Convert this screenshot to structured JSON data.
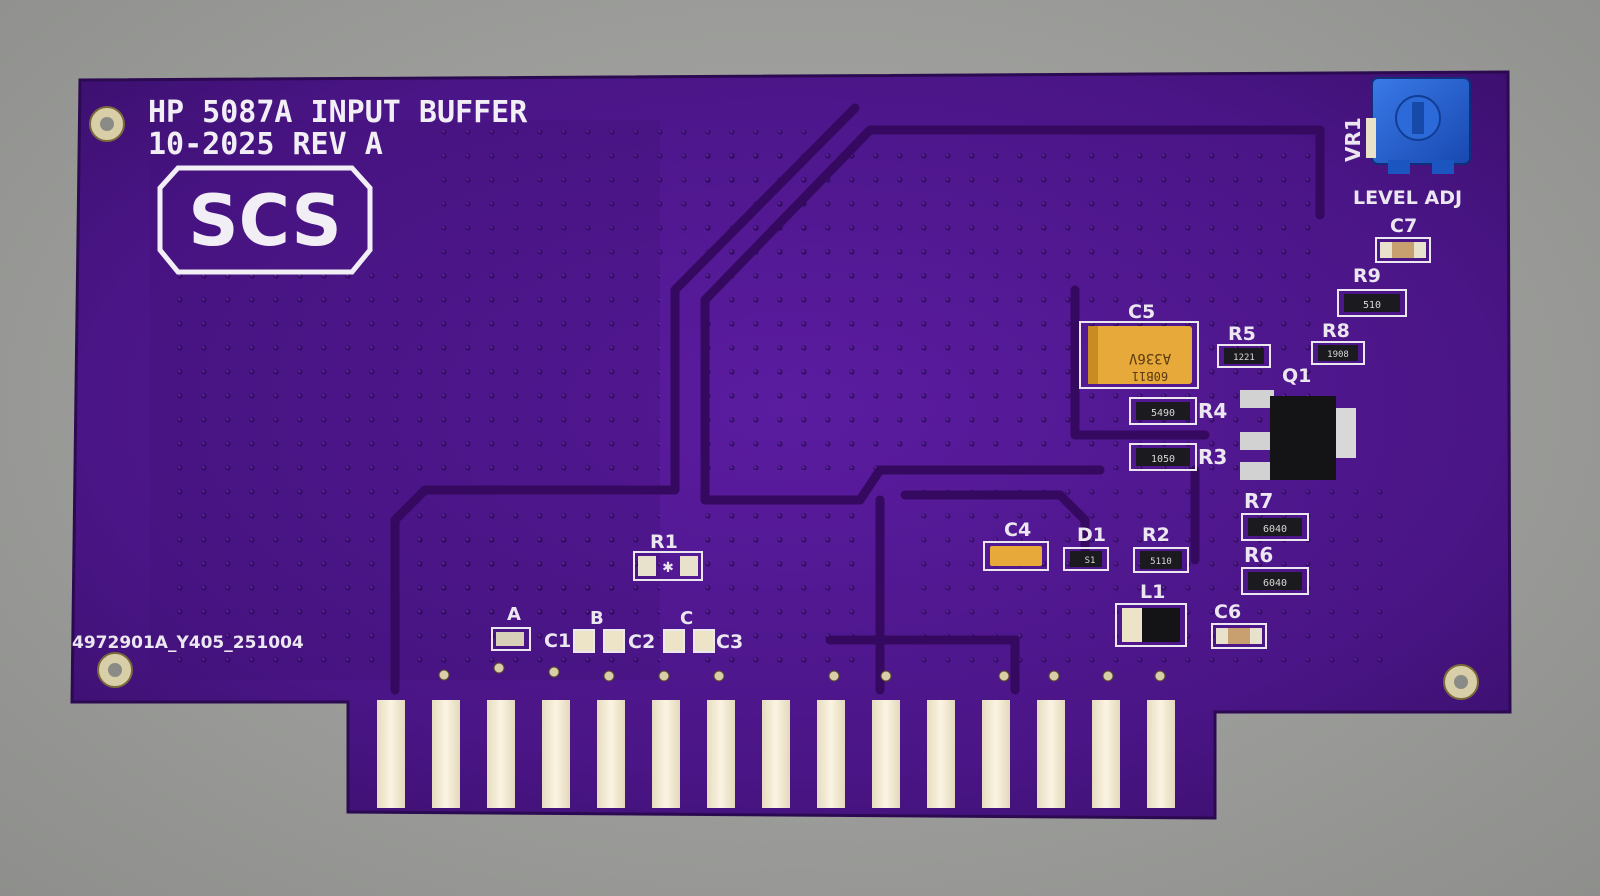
{
  "board": {
    "title_line1": "HP 5087A INPUT BUFFER",
    "title_line2": "10-2025 REV A",
    "logo": "SCS",
    "order_code": "4972901A_Y405_251004",
    "pot_ref": "VR1",
    "pot_label": "LEVEL ADJ",
    "refs": {
      "r1": "R1",
      "r2": "R2",
      "r3": "R3",
      "r4": "R4",
      "r5": "R5",
      "r6": "R6",
      "r7": "R7",
      "r8": "R8",
      "r9": "R9",
      "c1": "C1",
      "c2": "C2",
      "c3": "C3",
      "c4": "C4",
      "c5": "C5",
      "c6": "C6",
      "c7": "C7",
      "d1": "D1",
      "l1": "L1",
      "q1": "Q1",
      "a": "A",
      "b": "B",
      "c": "C"
    },
    "part_markings": {
      "c5_code": "A336V",
      "c5_lot": "60B11",
      "r4": "5490",
      "r3": "1050",
      "r5": "1221",
      "r8": "1908",
      "r9": "510",
      "r7": "6040",
      "r6": "6040",
      "r2": "5110",
      "d1": "S1"
    },
    "colors": {
      "solder_mask": "#4a1586",
      "silkscreen": "#f2eef6",
      "gold_fingers": "#f4ecd6",
      "background": "#9c9d9a",
      "potentiometer": "#1f5fd0"
    }
  }
}
